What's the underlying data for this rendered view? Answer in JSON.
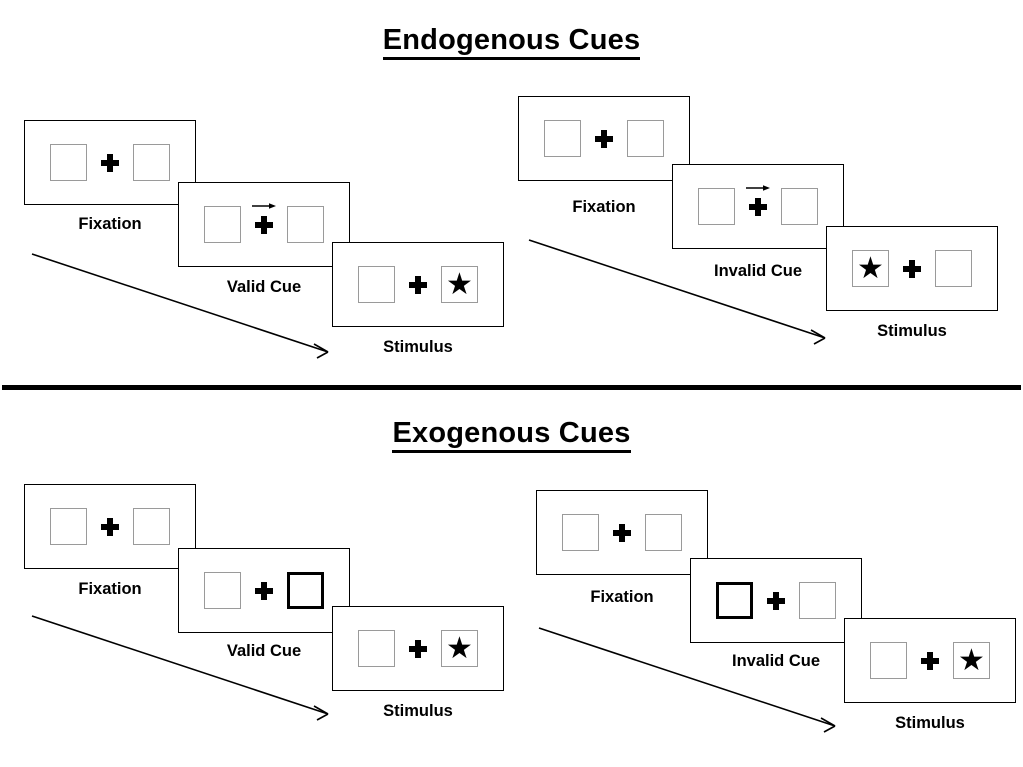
{
  "figure": {
    "title_endogenous": "Endogenous Cues",
    "title_exogenous": "Exogenous Cues",
    "colors": {
      "panel_border": "#000000",
      "box_border": "#9a9a9a",
      "cued_box_border": "#000000",
      "ink": "#000000",
      "background": "#ffffff"
    }
  },
  "sections": [
    {
      "id": "endogenous",
      "title": "Endogenous Cues",
      "cue_type": "central arrow",
      "groups": [
        {
          "id": "endogenous-valid",
          "condition": "valid",
          "stages": [
            {
              "label": "Fixation",
              "cue": "none",
              "star": "none"
            },
            {
              "label": "Valid Cue",
              "cue": "arrow-right",
              "star": "none"
            },
            {
              "label": "Stimulus",
              "cue": "none",
              "star": "right"
            }
          ]
        },
        {
          "id": "endogenous-invalid",
          "condition": "invalid",
          "stages": [
            {
              "label": "Fixation",
              "cue": "none",
              "star": "none"
            },
            {
              "label": "Invalid Cue",
              "cue": "arrow-right",
              "star": "none"
            },
            {
              "label": "Stimulus",
              "cue": "none",
              "star": "left"
            }
          ]
        }
      ]
    },
    {
      "id": "exogenous",
      "title": "Exogenous Cues",
      "cue_type": "peripheral box flash",
      "groups": [
        {
          "id": "exogenous-valid",
          "condition": "valid",
          "stages": [
            {
              "label": "Fixation",
              "cue": "none",
              "star": "none"
            },
            {
              "label": "Valid Cue",
              "cue": "box-right",
              "star": "none"
            },
            {
              "label": "Stimulus",
              "cue": "none",
              "star": "right"
            }
          ]
        },
        {
          "id": "exogenous-invalid",
          "condition": "invalid",
          "stages": [
            {
              "label": "Fixation",
              "cue": "none",
              "star": "none"
            },
            {
              "label": "Invalid Cue",
              "cue": "box-left",
              "star": "none"
            },
            {
              "label": "Stimulus",
              "cue": "none",
              "star": "right"
            }
          ]
        }
      ]
    }
  ],
  "glyphs": {
    "star": "★",
    "fixation_cross": "plus-sign",
    "cue_arrow": "arrow-right-icon",
    "time_arrow": "time-progression-arrow"
  },
  "captions": {
    "fixation": "Fixation",
    "valid_cue": "Valid Cue",
    "invalid_cue": "Invalid Cue",
    "stimulus": "Stimulus"
  }
}
